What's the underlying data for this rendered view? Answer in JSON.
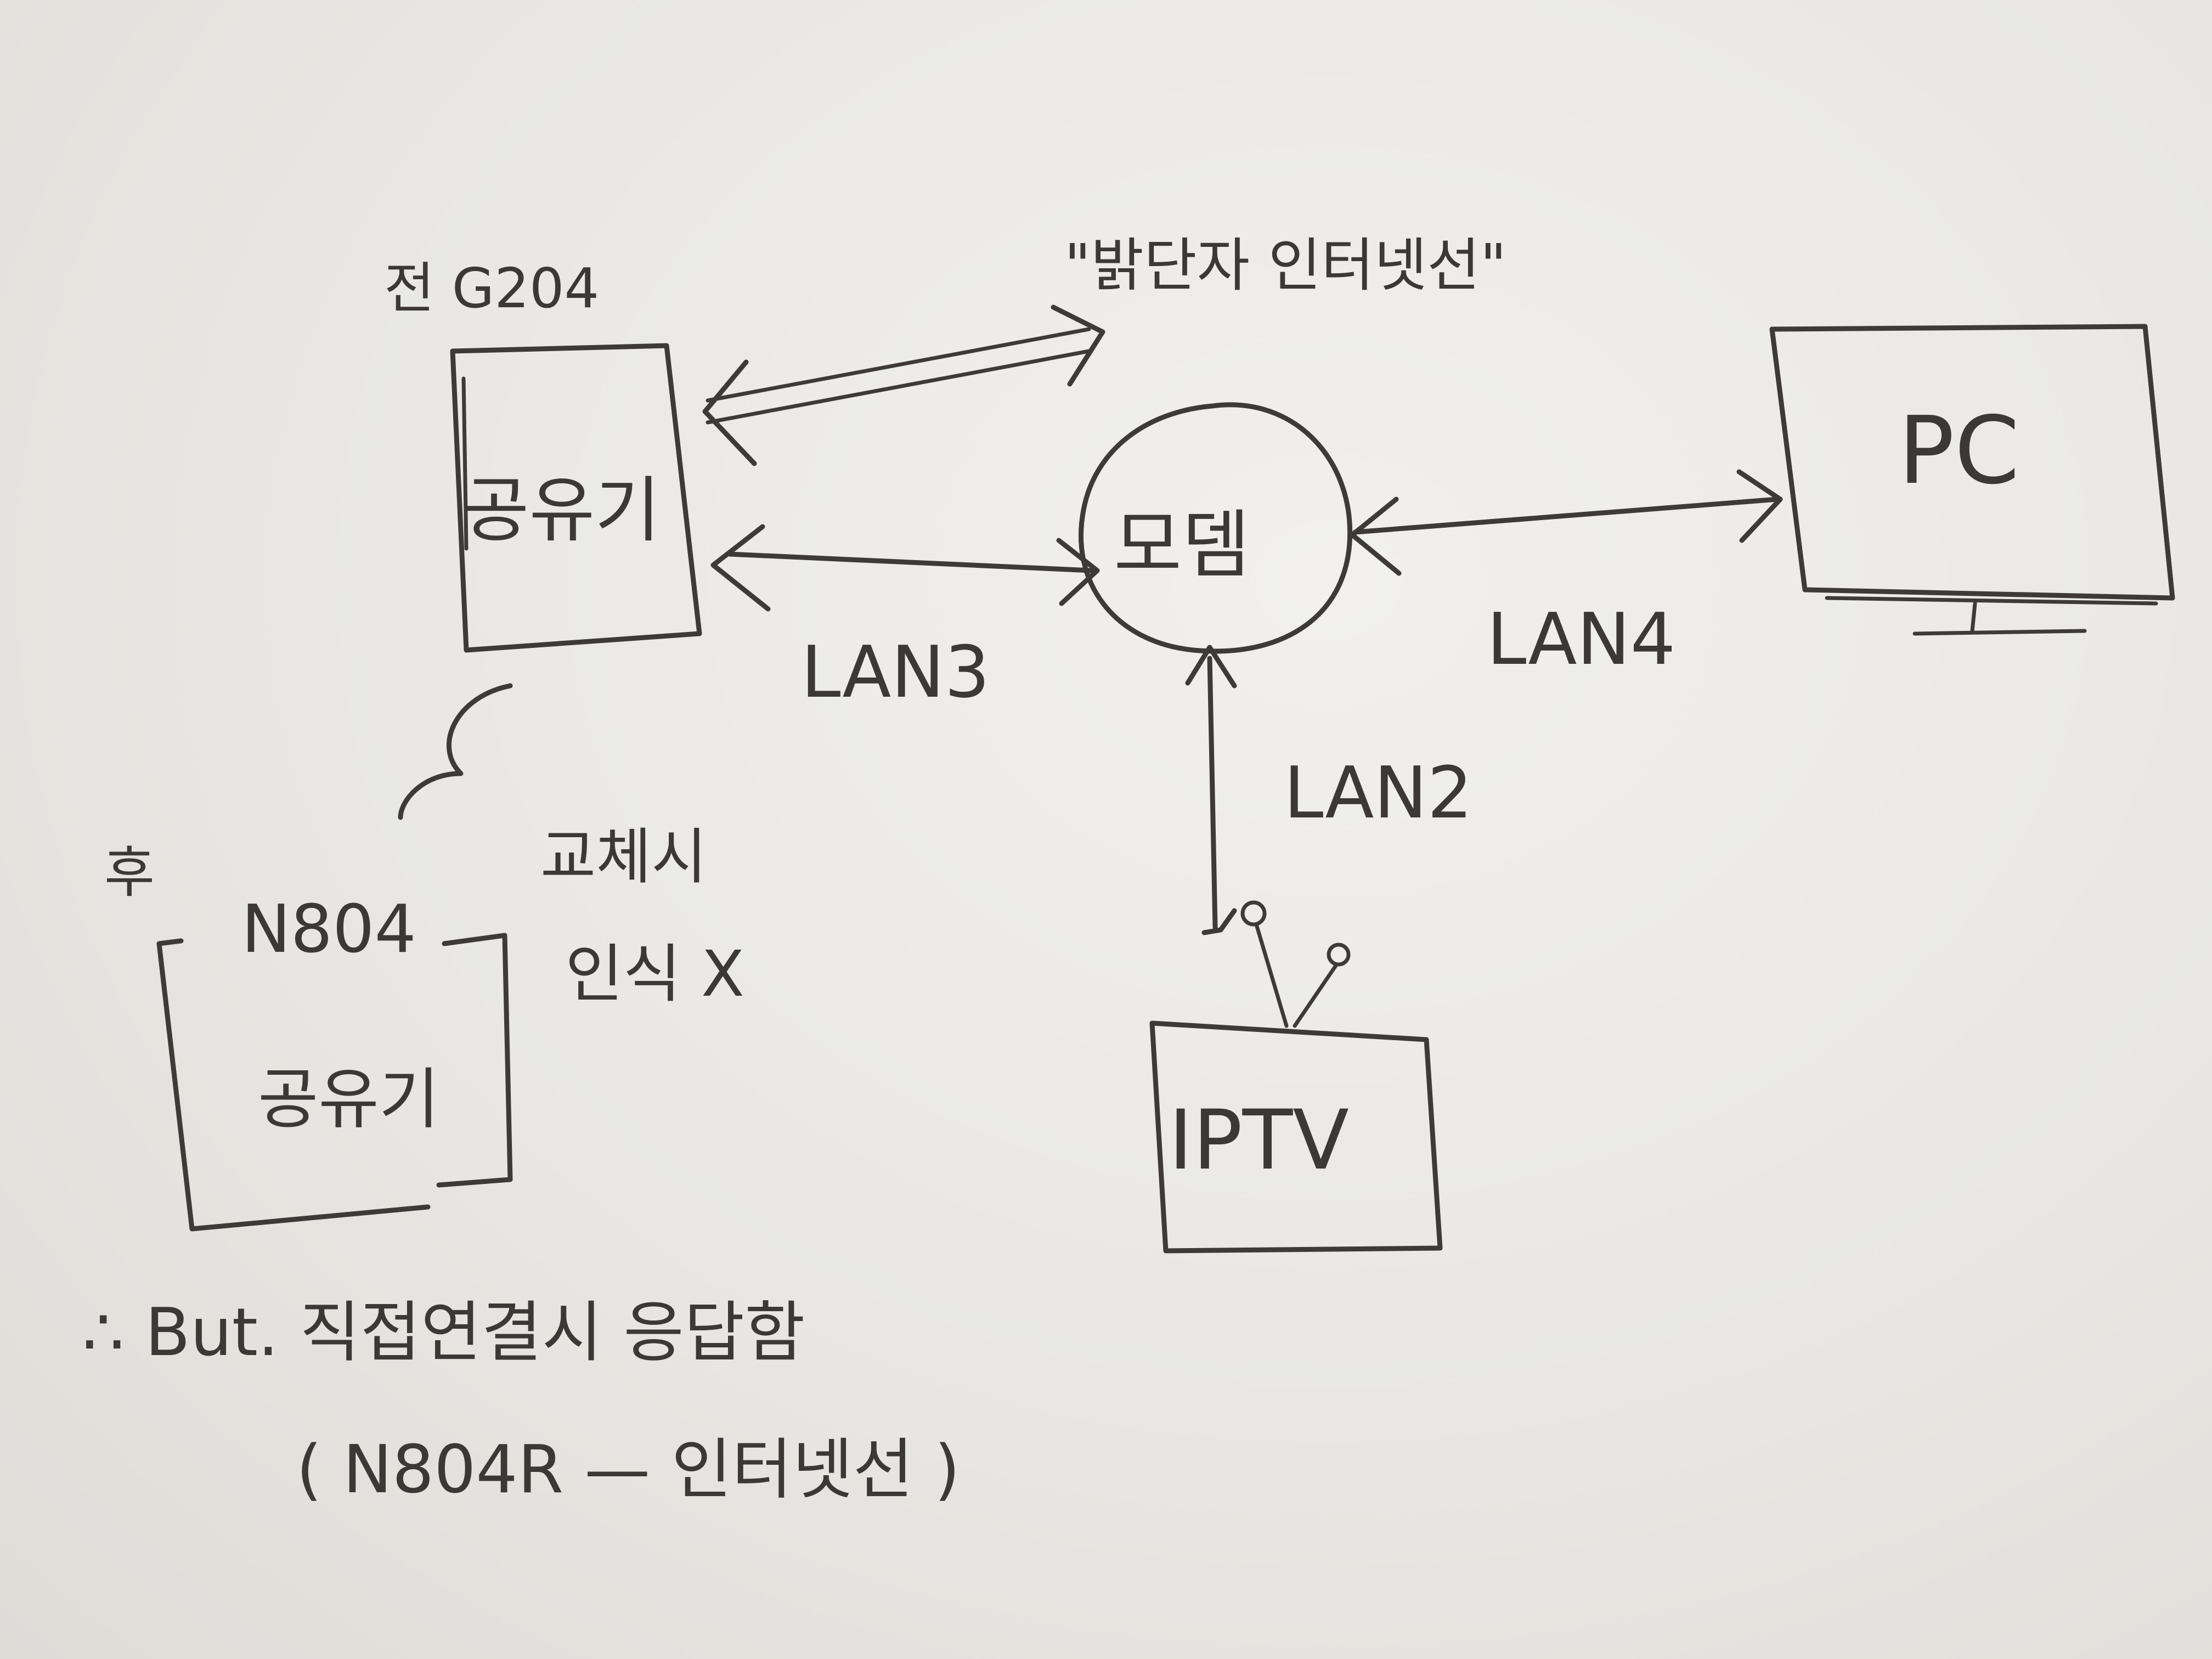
{
  "nodes": {
    "old_router": {
      "caption": "전 G204",
      "label": "공유기"
    },
    "new_router": {
      "caption": "후",
      "model": "N804",
      "label": "공유기"
    },
    "modem": {
      "label": "모뎀"
    },
    "pc": {
      "label": "PC"
    },
    "iptv": {
      "label": "IPTV"
    }
  },
  "annotations": {
    "internet_line": "\"밝단자 인터넷선\"",
    "replace_note_line1": "교체시",
    "replace_note_line2": "인식 X",
    "but_line": "∴ But. 직접연결시 응답함",
    "but_paren": "( N804R — 인터넷선 )"
  },
  "links": {
    "lan3": "LAN3",
    "lan4": "LAN4",
    "lan2": "LAN2"
  }
}
